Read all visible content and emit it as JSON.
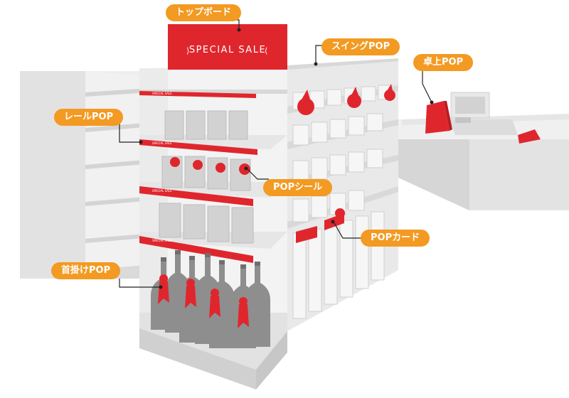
{
  "labels": {
    "top_board": "トップボード",
    "swing_pop": "スイングPOP",
    "desk_pop": "卓上POP",
    "rail_pop": "レールPOP",
    "pop_seal": "POPシール",
    "pop_card": "POPカード",
    "neck_pop": "首掛けPOP"
  },
  "signage": {
    "banner_text": "SPECIAL SALE",
    "rail_text": "SPECIAL SALE"
  },
  "colors": {
    "accent_red": "#e0262d",
    "label_orange": "#f39a22",
    "fixture_light": "#f2f2f2",
    "fixture_mid": "#e0e0e0",
    "fixture_dark": "#c9c9c9",
    "product_gray": "#cfcfcf",
    "bottle_gray": "#8c8c8c"
  }
}
